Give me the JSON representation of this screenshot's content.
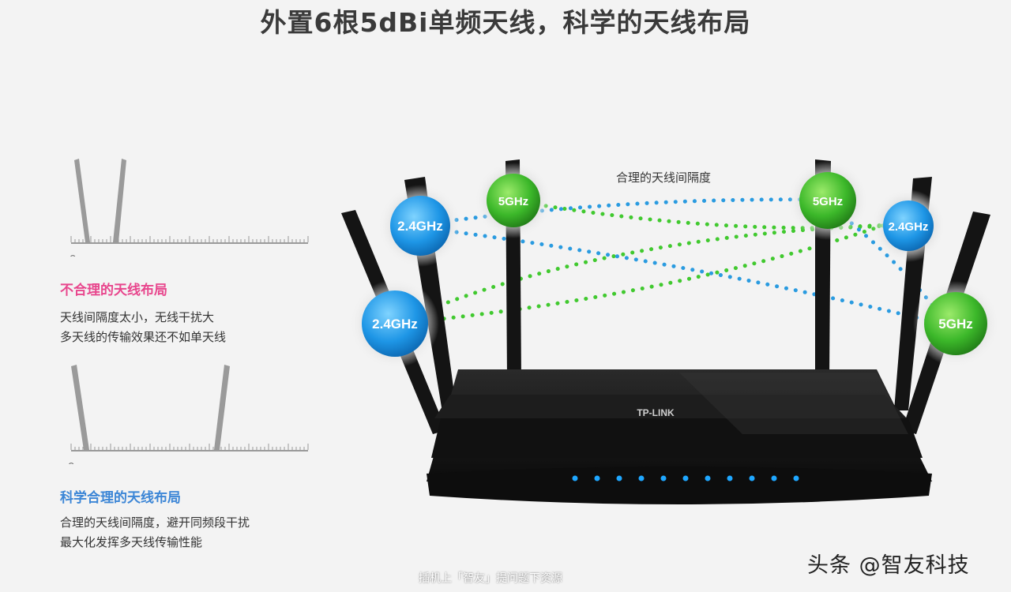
{
  "title": "外置6根5dBi单频天线，科学的天线布局",
  "bad_layout": {
    "scale_zero": "0",
    "title": "不合理的天线布局",
    "desc_line1": "天线间隔度太小，无线干扰大",
    "desc_line2": "多天线的传输效果还不如单天线"
  },
  "good_layout": {
    "scale_zero": "0",
    "title": "科学合理的天线布局",
    "desc_line1": "合理的天线间隔度，避开同频段干扰",
    "desc_line2": "最大化发挥多天线传输性能"
  },
  "router": {
    "spacing_label": "合理的天线间隔度",
    "brand": "TP-LINK",
    "bands": [
      "2.4GHz",
      "5GHz",
      "2.4GHz",
      "5GHz",
      "2.4GHz",
      "5GHz"
    ],
    "colors": {
      "band_24": "#2a9be0",
      "band_5": "#3cbf2a",
      "led": "#1fa7ff"
    }
  },
  "footer_overlay": "插机上「智友」提问题下资源",
  "watermark": "头条 @智友科技"
}
